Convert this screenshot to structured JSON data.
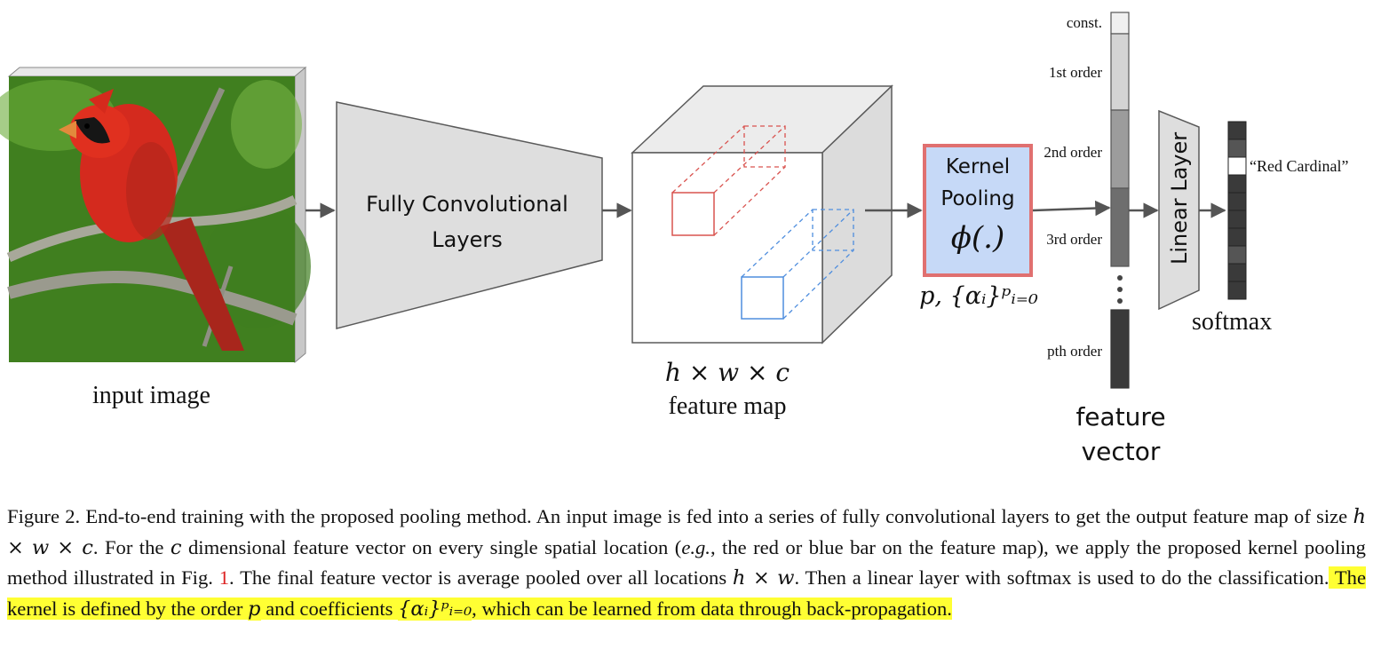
{
  "figure": {
    "input_label": "input image",
    "conv_label_line1": "Fully Convolutional",
    "conv_label_line2": "Layers",
    "fm_dims": "h × w × c",
    "fm_label": "feature map",
    "kp_line1": "Kernel",
    "kp_line2": "Pooling",
    "kp_phi": "ϕ(.)",
    "kp_params": "p, {αᵢ}ᵖᵢ₌₀",
    "orders": {
      "const": "const.",
      "first": "1st order",
      "second": "2nd order",
      "third": "3rd order",
      "pth": "pth order"
    },
    "fv_line1": "feature",
    "fv_line2": "vector",
    "linear_label": "Linear Layer",
    "softmax_label": "softmax",
    "class_label": "“Red Cardinal”"
  },
  "caption": {
    "part1": "Figure 2.  End-to-end training with the proposed pooling method. An input image is fed into a series of fully convolutional layers to get the output feature map of size ",
    "size": "h × w × c",
    "part2": ". For the ",
    "c": "c",
    "part3": " dimensional feature vector on every single spatial location (",
    "eg": "e.g.",
    "part4": ", the red or blue bar on the feature map), we apply the proposed kernel pooling method illustrated in Fig. ",
    "fig_ref": "1",
    "part5": ". The final feature vector is average pooled over all locations ",
    "hw": "h × w",
    "part6": ". Then a linear layer with softmax is used to do the classification.",
    "hl1": " The kernel is defined by the order ",
    "p": "p",
    "hl2": " and coefficients ",
    "alpha": "{αᵢ}ᵖᵢ₌₀",
    "hl3": ", which can be learned from data through back-propagation."
  },
  "colors": {
    "block_fill": "#dedede",
    "outline": "#5a5a5a",
    "kernel_fill": "#c6d9f7",
    "kernel_border": "#e07070",
    "red_bar": "#d9534f",
    "blue_bar": "#4f8ede",
    "highlight": "#ffff33",
    "fig_ref": "#dd2222"
  }
}
